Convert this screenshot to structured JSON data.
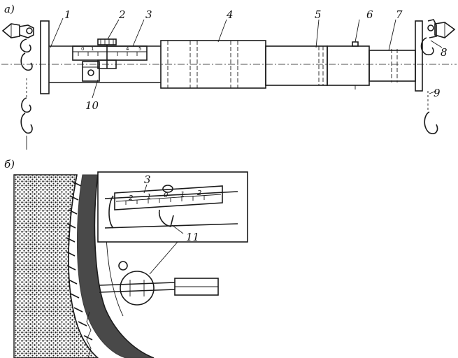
{
  "figure": {
    "part_a_label": "а)",
    "part_b_label": "б)",
    "callouts": [
      "1",
      "2",
      "3",
      "4",
      "5",
      "6",
      "7",
      "8",
      "9",
      "10"
    ],
    "detail_callouts": [
      "3",
      "11"
    ],
    "scale_a_ticks": [
      "0",
      "1",
      "4",
      "5"
    ],
    "scale_b_ticks": [
      "2",
      "1",
      "0",
      "1",
      "2"
    ]
  }
}
